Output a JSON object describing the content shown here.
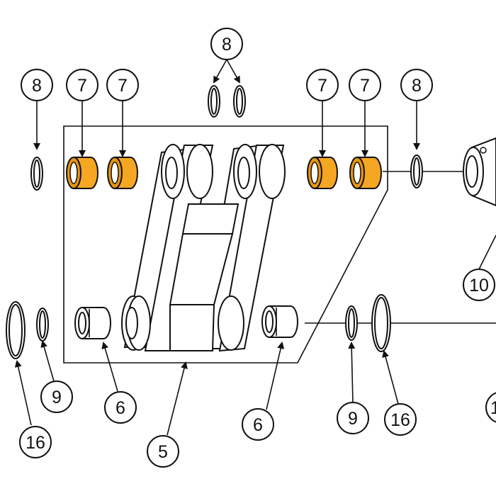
{
  "callouts": {
    "c8_top": "8",
    "c8_left": "8",
    "c7_a": "7",
    "c7_b": "7",
    "c7_c": "7",
    "c7_d": "7",
    "c8_right": "8",
    "c10": "10",
    "c9_left": "9",
    "c16_left": "16",
    "c6_left": "6",
    "c5": "5",
    "c6_right": "6",
    "c9_right": "9",
    "c16_right": "16",
    "c_edge": "1"
  },
  "colors": {
    "bushing": "#f5a623",
    "outline": "#111111"
  }
}
